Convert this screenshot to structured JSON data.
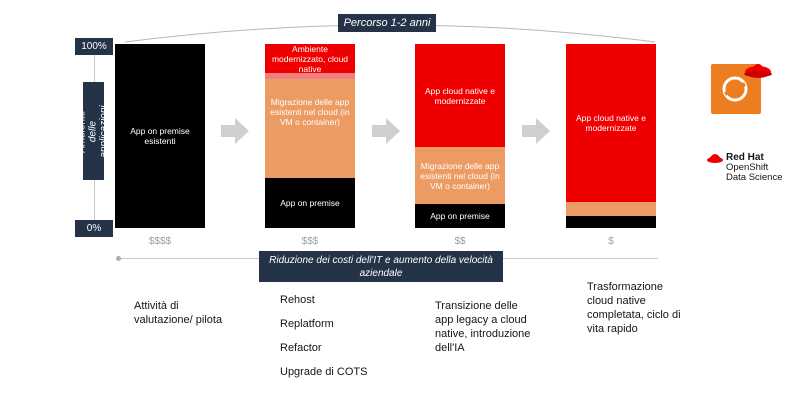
{
  "timeline_label": "Percorso 1-2 anni",
  "y_axis": {
    "label": "Ambiente delle applicazioni",
    "top": "100%",
    "bottom": "0%"
  },
  "cost_axis_label": "Riduzione dei costi dell'IT e aumento della velocità aziendale",
  "colors": {
    "navy": "#243348",
    "black": "#000000",
    "red": "#ee0000",
    "orange": "#ec9b63",
    "pink": "#f08080",
    "arrow_gray": "#cfcfcf"
  },
  "columns": [
    {
      "cost": "$$$$",
      "segments": [
        {
          "label": "App on premise esistenti",
          "share": 1.0,
          "color": "black"
        }
      ],
      "steps": [
        "Attività di valutazione/ pilota"
      ]
    },
    {
      "cost": "$$$",
      "segments": [
        {
          "label": "Ambiente modernizzato, cloud native",
          "share": 0.19,
          "color": "red"
        },
        {
          "label": "Migrazione delle app esistenti nel cloud (in VM o container)",
          "share": 0.54,
          "color": "orange"
        },
        {
          "label": "App on premise",
          "share": 0.27,
          "color": "black"
        }
      ],
      "steps": [
        "Rehost",
        "Replatform",
        "Refactor",
        "Upgrade di COTS"
      ]
    },
    {
      "cost": "$$",
      "segments": [
        {
          "label": "App cloud native e modernizzate",
          "share": 0.56,
          "color": "red"
        },
        {
          "label": "Migrazione delle app esistenti nel cloud (in VM o container)",
          "share": 0.31,
          "color": "orange"
        },
        {
          "label": "App on premise",
          "share": 0.13,
          "color": "black"
        }
      ],
      "steps": [
        "Transizione delle app legacy a cloud native, introduzione dell'IA"
      ]
    },
    {
      "cost": "$",
      "segments": [
        {
          "label": "App cloud native e modernizzate",
          "share": 0.86,
          "color": "red"
        },
        {
          "label": "",
          "share": 0.08,
          "color": "orange"
        },
        {
          "label": "",
          "share": 0.06,
          "color": "black"
        }
      ],
      "steps": [
        "Trasformazione cloud native completata, ciclo di vita rapido"
      ]
    }
  ],
  "logos": {
    "product_brand": "Red Hat",
    "product_name": "OpenShift",
    "product_sub": "Data Science"
  }
}
